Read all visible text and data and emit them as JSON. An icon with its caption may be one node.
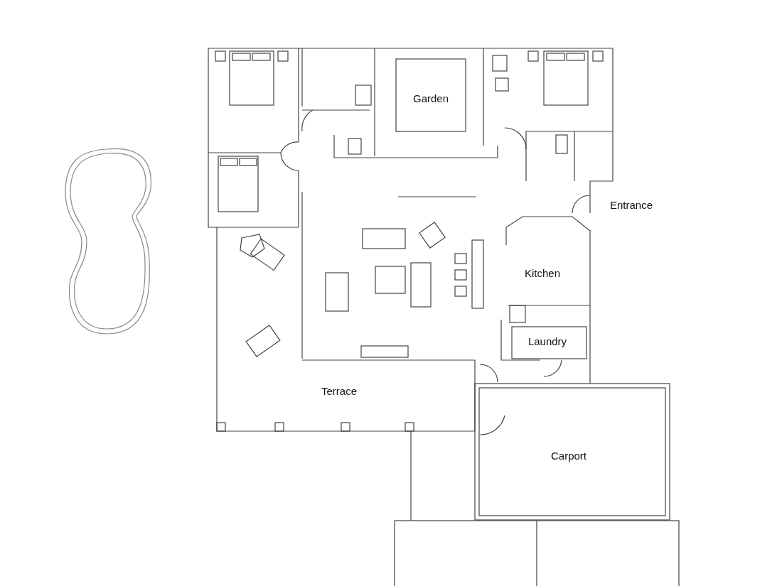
{
  "diagram": {
    "labels": [
      "Garden",
      "Entrance",
      "Kitchen",
      "Laundry",
      "Terrace",
      "Carport"
    ]
  }
}
